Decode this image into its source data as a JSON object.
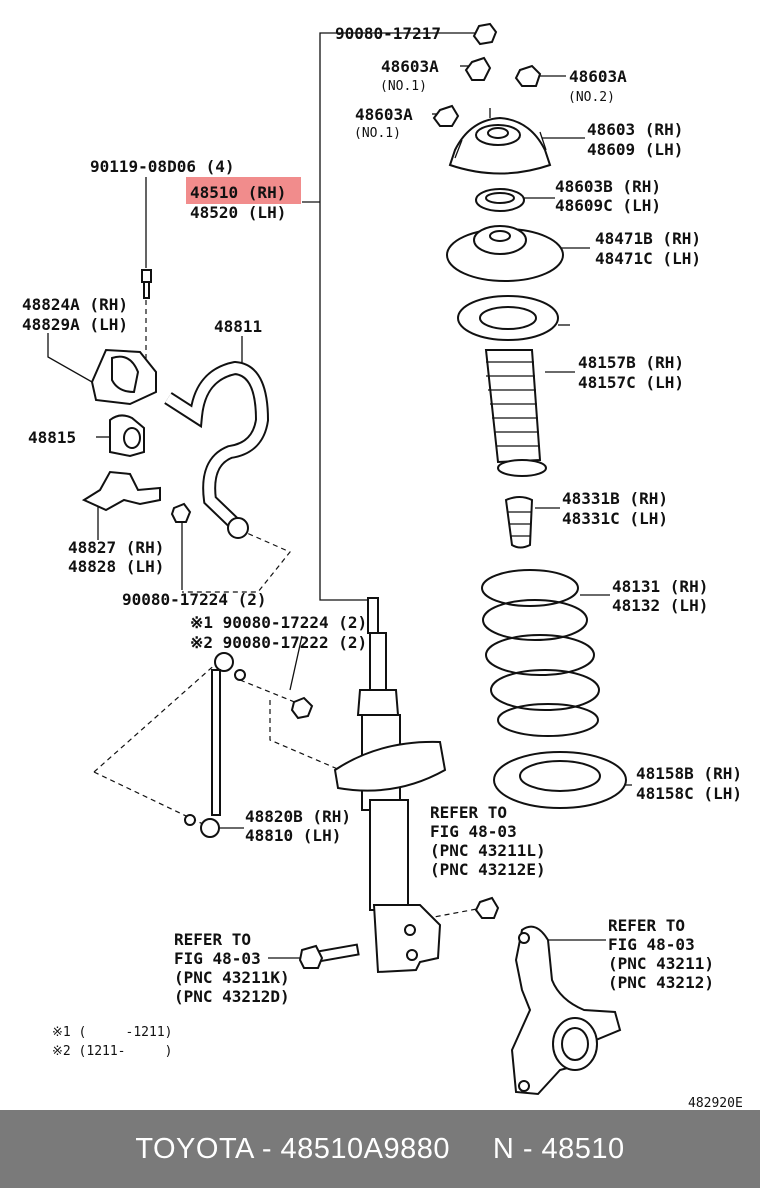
{
  "diagram": {
    "labels": {
      "p90080_17217": "90080-17217",
      "p48603a_1": "48603A",
      "no1_a": "(NO.1)",
      "p48603a_2": "48603A",
      "no2": "(NO.2)",
      "p48603a_3": "48603A",
      "no1_b": "(NO.1)",
      "p48603_rh": "48603 (RH)",
      "p48609_lh": "48609 (LH)",
      "p90119": "90119-08D06 (4)",
      "p48510_rh": "48510 (RH)",
      "p48520_lh": "48520 (LH)",
      "p48603b_rh": "48603B (RH)",
      "p48609c_lh": "48609C (LH)",
      "p48471b_rh": "48471B (RH)",
      "p48471c_lh": "48471C (LH)",
      "p48824a_rh": "48824A (RH)",
      "p48829a_lh": "48829A (LH)",
      "p48811": "48811",
      "p48157b_rh": "48157B (RH)",
      "p48157c_lh": "48157C (LH)",
      "p48815": "48815",
      "p48331b_rh": "48331B (RH)",
      "p48331c_lh": "48331C (LH)",
      "p48827_rh": "48827 (RH)",
      "p48828_lh": "48828 (LH)",
      "p90080_17224_2": "90080-17224 (2)",
      "p48131_rh": "48131 (RH)",
      "p48132_lh": "48132 (LH)",
      "note1_part": "※1 90080-17224 (2)",
      "note2_part": "※2 90080-17222 (2)",
      "p48158b_rh": "48158B (RH)",
      "p48158c_lh": "48158C (LH)",
      "p48820b_rh": "48820B (RH)",
      "p48810_lh": "48810 (LH)",
      "ref1_l1": "REFER TO",
      "ref1_l2": "FIG 48-03",
      "ref1_l3": "(PNC 43211L)",
      "ref1_l4": "(PNC 43212E)",
      "ref2_l1": "REFER TO",
      "ref2_l2": "FIG 48-03",
      "ref2_l3": "(PNC 43211K)",
      "ref2_l4": "(PNC 43212D)",
      "ref3_l1": "REFER TO",
      "ref3_l2": "FIG 48-03",
      "ref3_l3": "(PNC 43211)",
      "ref3_l4": "(PNC 43212)",
      "legend1": "※1 (     -1211)",
      "legend2": "※2 (1211-     )",
      "fig_id": "482920E"
    },
    "highlight_color": "#f08080"
  },
  "footer": {
    "text": "TOYOTA - 48510A9880     N - 48510",
    "bg_color": "#7a7a7a"
  }
}
